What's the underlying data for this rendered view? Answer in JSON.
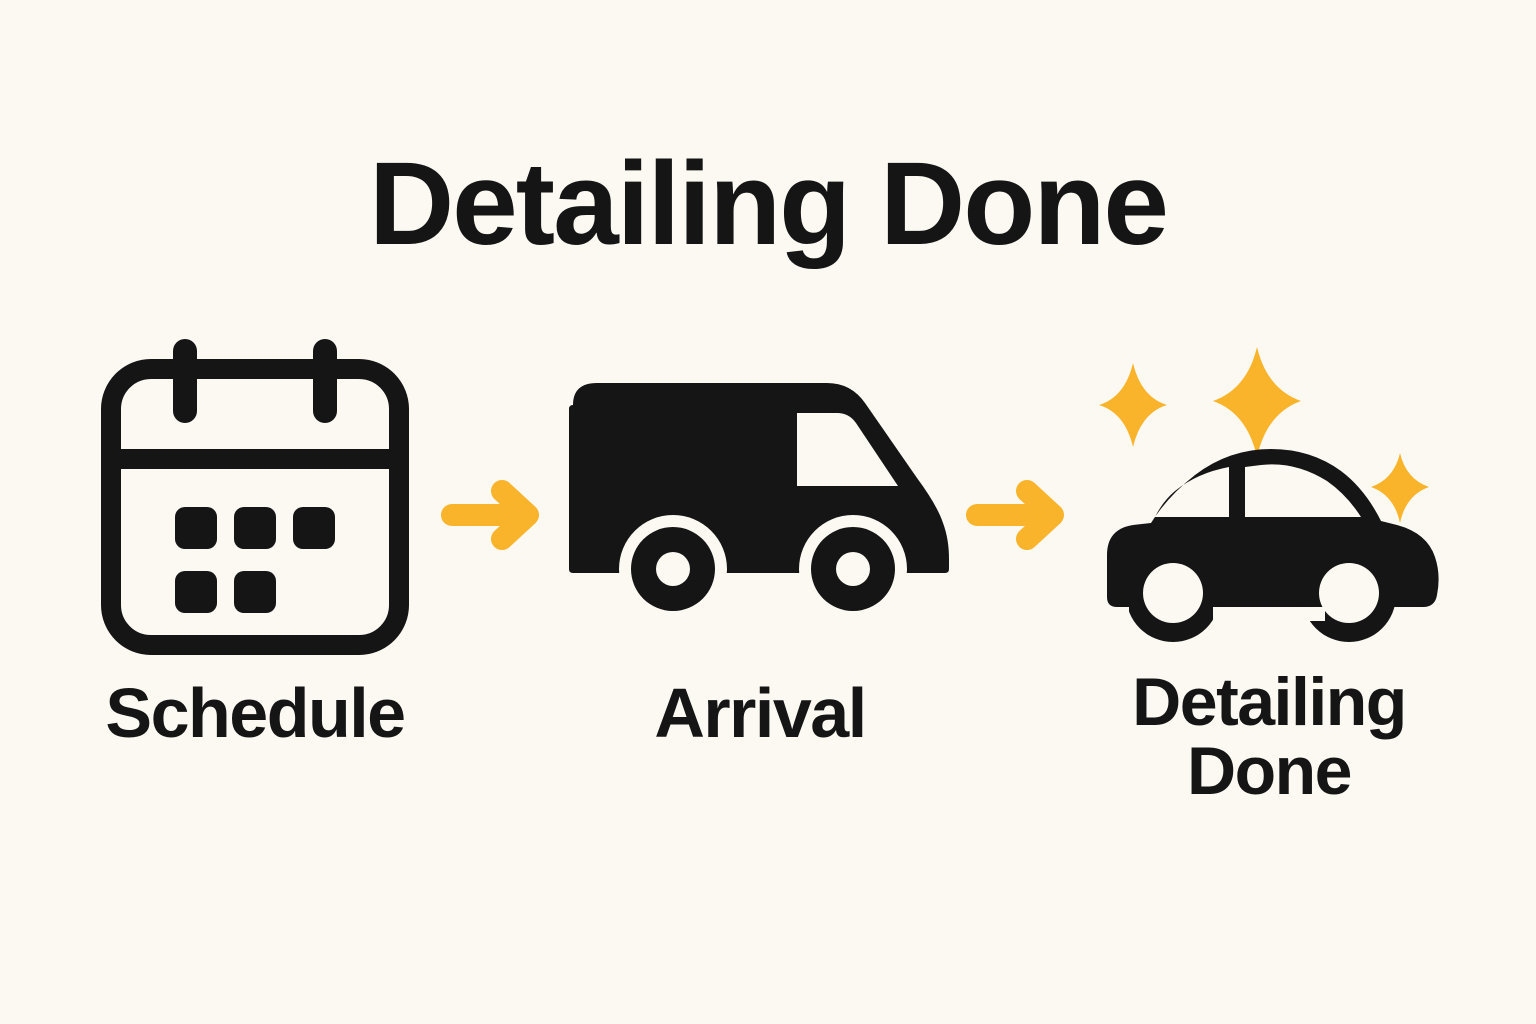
{
  "poster": {
    "title": "Detailing Done",
    "background_color": "#FBF9F2",
    "ink_color": "#151515",
    "accent_color": "#FAB42B"
  },
  "steps": [
    {
      "id": "schedule",
      "label": "Schedule",
      "icon": "calendar-icon",
      "icon_color": "#151515"
    },
    {
      "id": "arrival",
      "label": "Arrival",
      "icon": "delivery-van-icon",
      "icon_color": "#151515"
    },
    {
      "id": "detailing-done",
      "label_line_1": "Detailing",
      "label_line_2": "Done",
      "icon": "sparkling-car-icon",
      "icon_color": "#151515",
      "sparkle_color": "#FAB42B"
    }
  ],
  "connectors": [
    {
      "id": "arrow-1",
      "icon": "arrow-right-icon",
      "color": "#FAB42B"
    },
    {
      "id": "arrow-2",
      "icon": "arrow-right-icon",
      "color": "#FAB42B"
    }
  ]
}
